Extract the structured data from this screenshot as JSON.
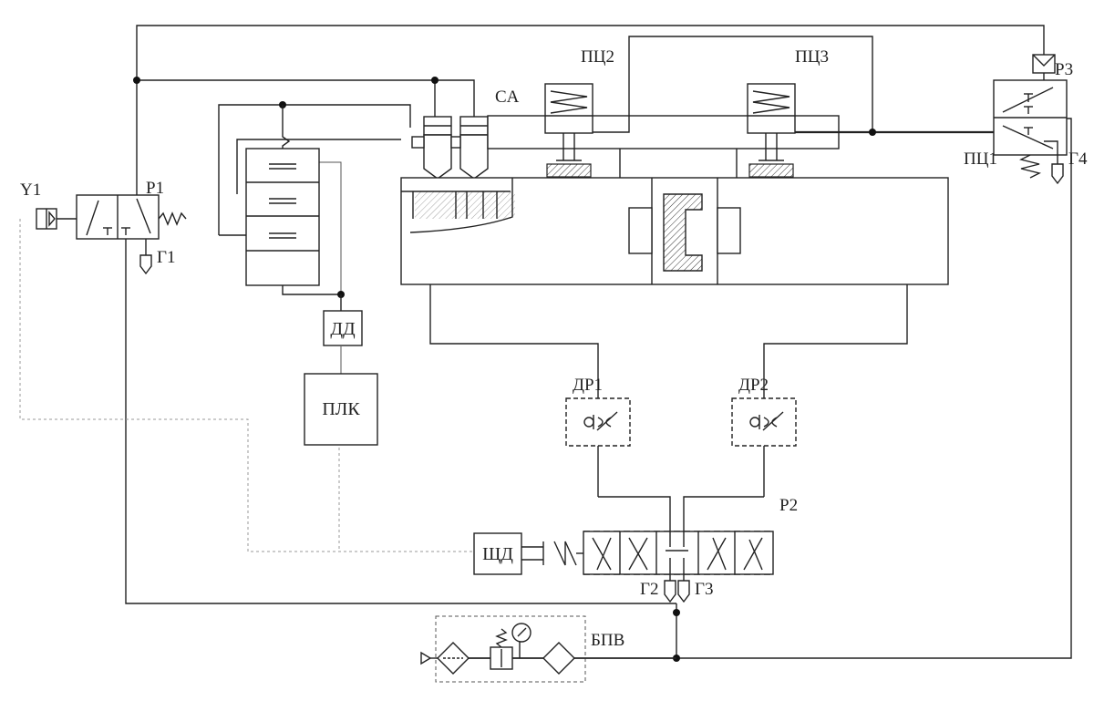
{
  "labels": {
    "y1": "Y1",
    "p1": "P1",
    "g1": "Г1",
    "ca": "CA",
    "pc2": "ПЦ2",
    "pc3": "ПЦ3",
    "p3": "P3",
    "pc1": "ПЦ1",
    "g4": "Г4",
    "dd": "ДД",
    "plk": "ПЛК",
    "dr1": "ДР1",
    "dr2": "ДР2",
    "p2": "P2",
    "shd": "ЩД",
    "g2": "Г2",
    "g3": "Г3",
    "bpv": "БПВ"
  }
}
